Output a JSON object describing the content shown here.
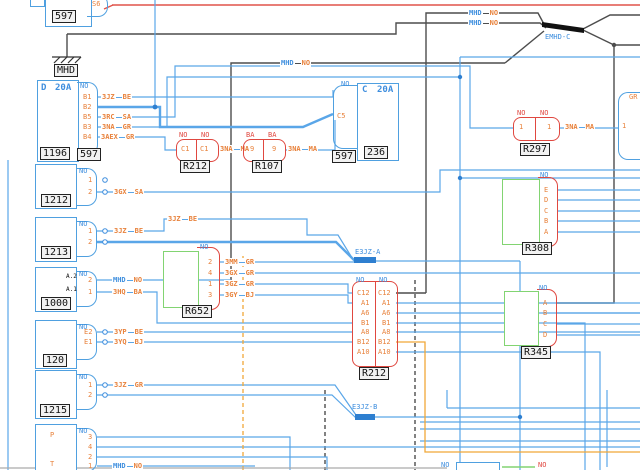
{
  "colors": {
    "blue": "#4FA0E0",
    "orange": "#E8823C",
    "red": "#E04840",
    "green": "#82D472",
    "dark": "#4D4D4D",
    "wire_orange": "#F0A838"
  },
  "top": {
    "fuse_plate": "597",
    "fuse_pin": "S6",
    "ground_plate": "MHD",
    "emhd_label": "EMHD-C",
    "mhd_no_1": {
      "a": "MHD",
      "b": "NO"
    },
    "mhd_no_2": {
      "a": "MHD",
      "b": "NO"
    },
    "mhd_no_3": {
      "a": "MHD",
      "b": "NO"
    }
  },
  "relay_d": {
    "code": "D",
    "amps": "20A",
    "plate": "1196",
    "conn_name": "NO",
    "conn_plate": "597",
    "pins": [
      {
        "n": "B1",
        "a": "3JZ",
        "b": "BE"
      },
      {
        "n": "B2"
      },
      {
        "n": "B5",
        "a": "3RC",
        "b": "SA"
      },
      {
        "n": "B3",
        "a": "3NA",
        "b": "GR"
      },
      {
        "n": "B4",
        "a": "3AEX",
        "b": "GR"
      }
    ]
  },
  "relay_c": {
    "code": "C",
    "amps": "20A",
    "plate": "236",
    "conn_name": "NO",
    "conn_plate": "597",
    "pin": "C5"
  },
  "r212_top": {
    "plate": "R212",
    "ln": "NO",
    "rn": "NO",
    "lp": "C1",
    "rp": "C1",
    "wire": {
      "a": "3NA",
      "b": "MA"
    }
  },
  "r107": {
    "plate": "R107",
    "ln": "BA",
    "rn": "BA",
    "lp": "9",
    "rp": "9",
    "wire": {
      "a": "3NA",
      "b": "MA"
    }
  },
  "r297": {
    "plate": "R297",
    "ln": "NO",
    "rn": "NO",
    "lp": "1",
    "rp": "1",
    "wire": {
      "a": "3NA",
      "b": "MA"
    }
  },
  "edge_conn": {
    "label": "GR",
    "pin": "1"
  },
  "left_units": [
    {
      "plate": "1212",
      "conn": "NO",
      "pins": [
        {
          "n": "1"
        },
        {
          "n": "2",
          "a": "3GX",
          "b": "SA"
        }
      ]
    },
    {
      "plate": "1213",
      "conn": "NO",
      "pins": [
        {
          "n": "1",
          "a": "3JZ",
          "b": "BE"
        },
        {
          "n": "2"
        }
      ]
    },
    {
      "plate": "1000",
      "conn": "NO",
      "tags": [
        "A.2",
        "A.1"
      ],
      "pins": [
        {
          "n": "2",
          "a": "MHD",
          "b": "NO"
        },
        {
          "n": "1",
          "a": "3HQ",
          "b": "BA"
        }
      ]
    },
    {
      "plate": "120",
      "conn": "NO",
      "pins": [
        {
          "n": "E2",
          "a": "3YP",
          "b": "BE"
        },
        {
          "n": "E1",
          "a": "3YQ",
          "b": "BJ"
        }
      ]
    },
    {
      "plate": "1215",
      "conn": "NO",
      "pins": [
        {
          "n": "1",
          "a": "3JZ",
          "b": "GR"
        },
        {
          "n": "2"
        }
      ]
    },
    {
      "conn": "NO",
      "icon_p": "P",
      "icon_t": "T",
      "pins": [
        {
          "n": "3"
        },
        {
          "n": "4"
        },
        {
          "n": "2"
        },
        {
          "n": "1",
          "a": "MHD",
          "b": "NO"
        }
      ]
    }
  ],
  "r652": {
    "plate": "R652",
    "conn": "NO",
    "pins": [
      {
        "n": "2",
        "a": "3MM",
        "b": "GR"
      },
      {
        "n": "4",
        "a": "3GX",
        "b": "GR"
      },
      {
        "n": "1",
        "a": "3GZ",
        "b": "GR"
      },
      {
        "n": "3",
        "a": "3GY",
        "b": "BJ"
      }
    ]
  },
  "r212_bottom": {
    "plate": "R212",
    "ln": "NO",
    "rn": "NO",
    "pins": [
      "C12",
      "A1",
      "A6",
      "B1",
      "A8",
      "B12",
      "A10"
    ]
  },
  "r308": {
    "plate": "R308",
    "conn": "NO",
    "pins": [
      "E",
      "D",
      "C",
      "B",
      "A"
    ]
  },
  "r345": {
    "plate": "R345",
    "conn": "NO",
    "pins": [
      "A",
      "B",
      "C",
      "D"
    ]
  },
  "splices": {
    "a": "E3JZ-A",
    "b": "E3JZ-B"
  },
  "float_label": {
    "a": "3JZ",
    "b": "BE"
  },
  "bottom_edge": {
    "no_blue": "NO",
    "no_red": "NO"
  }
}
